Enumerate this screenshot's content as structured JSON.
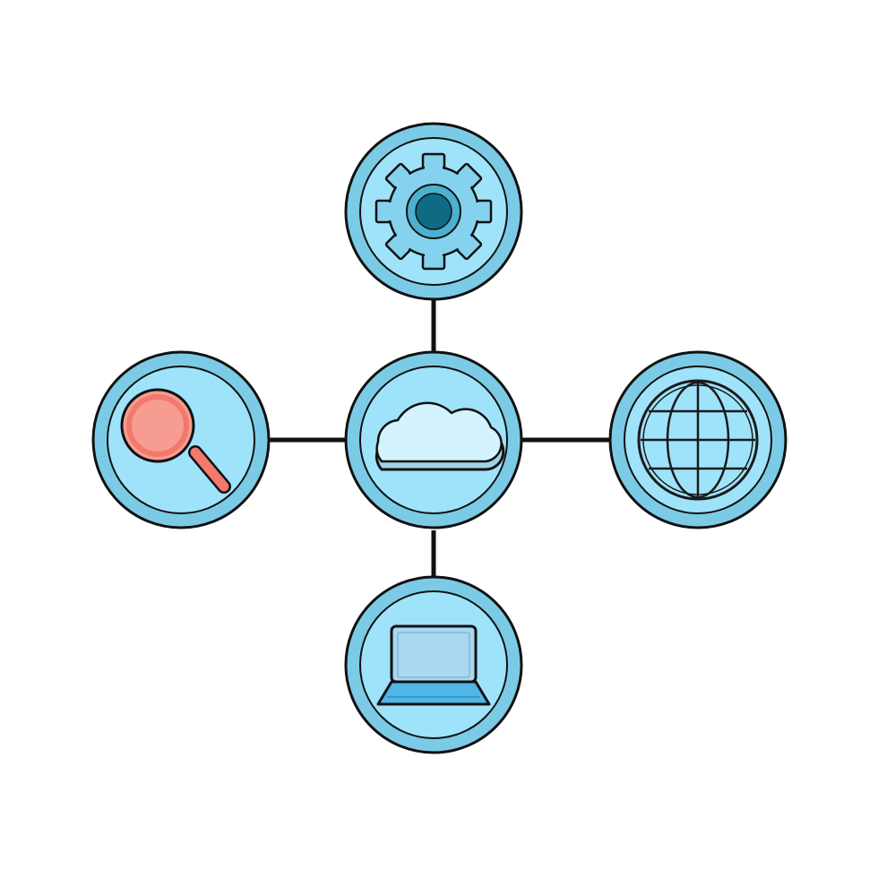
{
  "colors": {
    "background": "#ffffff",
    "outline": "#111111",
    "node_outer": "#7ccbe6",
    "node_inner": "#9fe3fb",
    "cloud_fill": "#d4f3ff",
    "cloud_shadow": "#9ed2e6",
    "gear_fill": "#84d2ee",
    "gear_core_dark": "#0f6b84",
    "gear_core_ring": "#4cb0cf",
    "magnifier": "#f2796c",
    "magnifier_lens": "#f69c90",
    "globe_line": "#1a1a1a",
    "laptop_screen": "#a9d8f0",
    "laptop_base": "#4fb6e6"
  },
  "nodes": [
    {
      "id": "center",
      "icon": "cloud-icon"
    },
    {
      "id": "top",
      "icon": "gear-icon"
    },
    {
      "id": "left",
      "icon": "search-icon"
    },
    {
      "id": "right",
      "icon": "globe-icon"
    },
    {
      "id": "bottom",
      "icon": "laptop-icon"
    }
  ]
}
